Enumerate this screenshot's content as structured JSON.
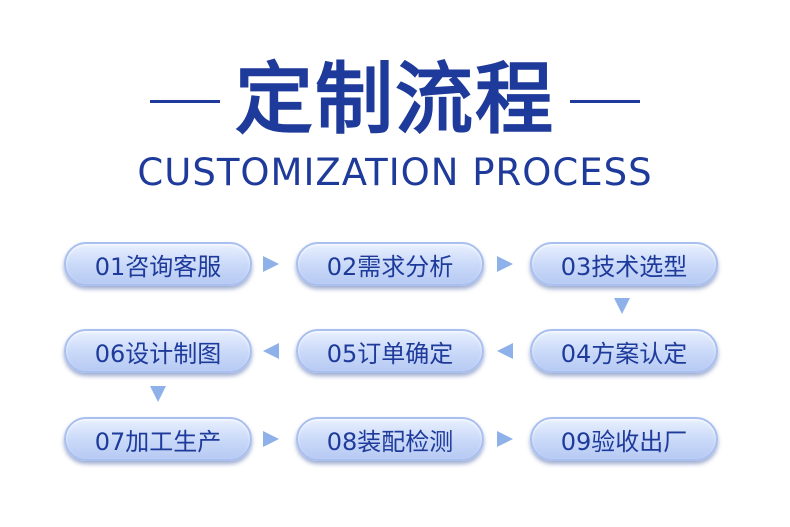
{
  "header": {
    "title": "定制流程",
    "subtitle": "CUSTOMIZATION PROCESS"
  },
  "steps": [
    {
      "label": "01咨询客服"
    },
    {
      "label": "02需求分析"
    },
    {
      "label": "03技术选型"
    },
    {
      "label": "04方案认定"
    },
    {
      "label": "05订单确定"
    },
    {
      "label": "06设计制图"
    },
    {
      "label": "07加工生产"
    },
    {
      "label": "08装配检测"
    },
    {
      "label": "09验收出厂"
    }
  ],
  "colors": {
    "primary": "#1e3a9a",
    "arrow": "#8fb1ea",
    "pill_light": "#e9f0ff",
    "pill_dark": "#b7caf3"
  }
}
